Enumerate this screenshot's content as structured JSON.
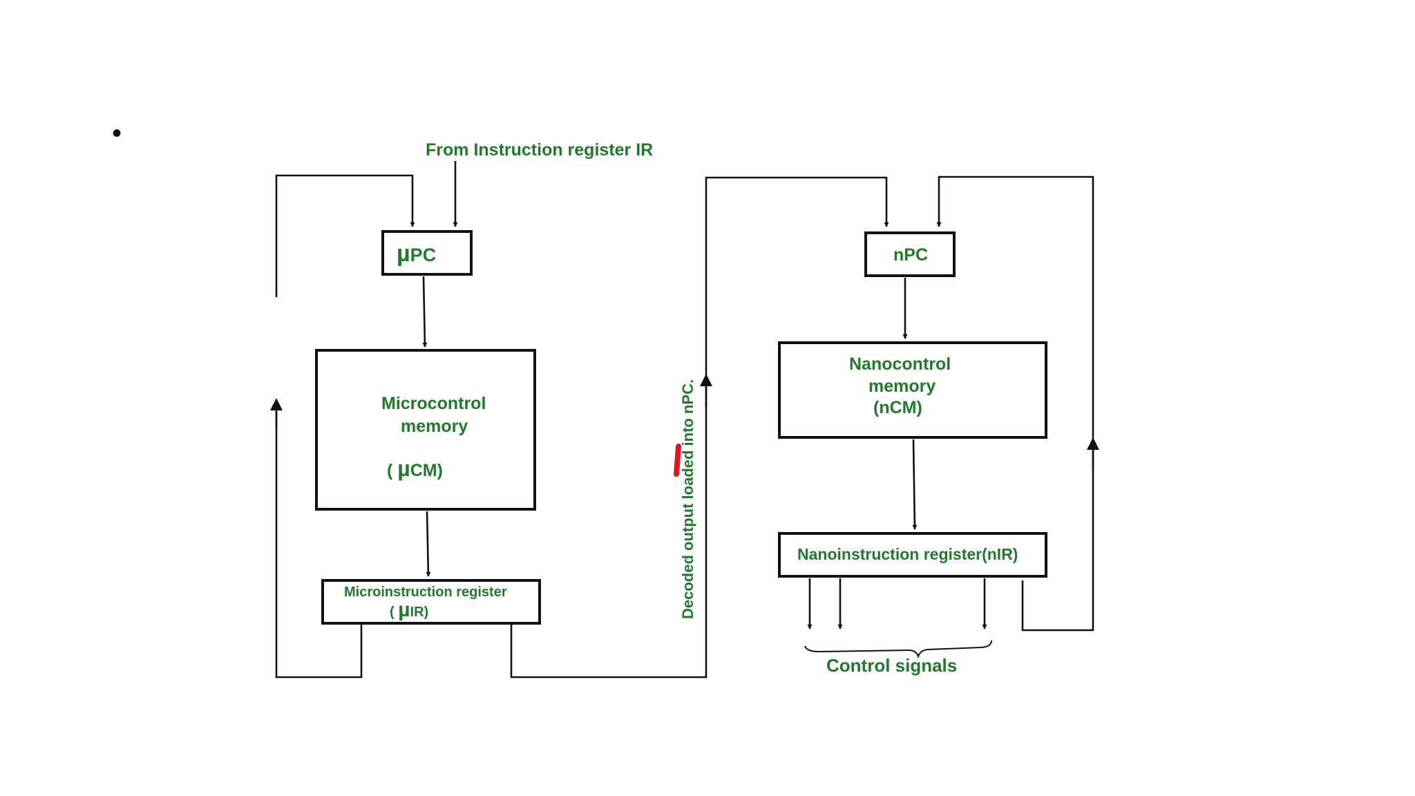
{
  "slide": {
    "bullet": "•"
  },
  "diagram": {
    "top_input_label": "From Instruction register IR",
    "micro_pc": {
      "symbol": "µ",
      "text": "PC"
    },
    "micro_memory": {
      "line1": "Microcontrol",
      "line2": "memory",
      "line3_prefix": "( ",
      "line3_symbol": "µ",
      "line3_suffix": "CM)"
    },
    "micro_ir": {
      "line1": "Microinstruction register",
      "line2_prefix": "( ",
      "line2_symbol": "µ",
      "line2_suffix": "IR)"
    },
    "decoded_label": "Decoded output loaded into nPC.",
    "nano_pc": {
      "text": "nPC"
    },
    "nano_memory": {
      "line1": "Nanocontrol",
      "line2": "memory",
      "line3": "(nCM)"
    },
    "nano_ir": {
      "text": "Nanoinstruction register(nIR)"
    },
    "control_signals_label": "Control signals"
  },
  "colors": {
    "label_text": "#1f7a2a",
    "lines": "#111111",
    "highlight_mark": "#e0141e",
    "background": "#ffffff"
  }
}
